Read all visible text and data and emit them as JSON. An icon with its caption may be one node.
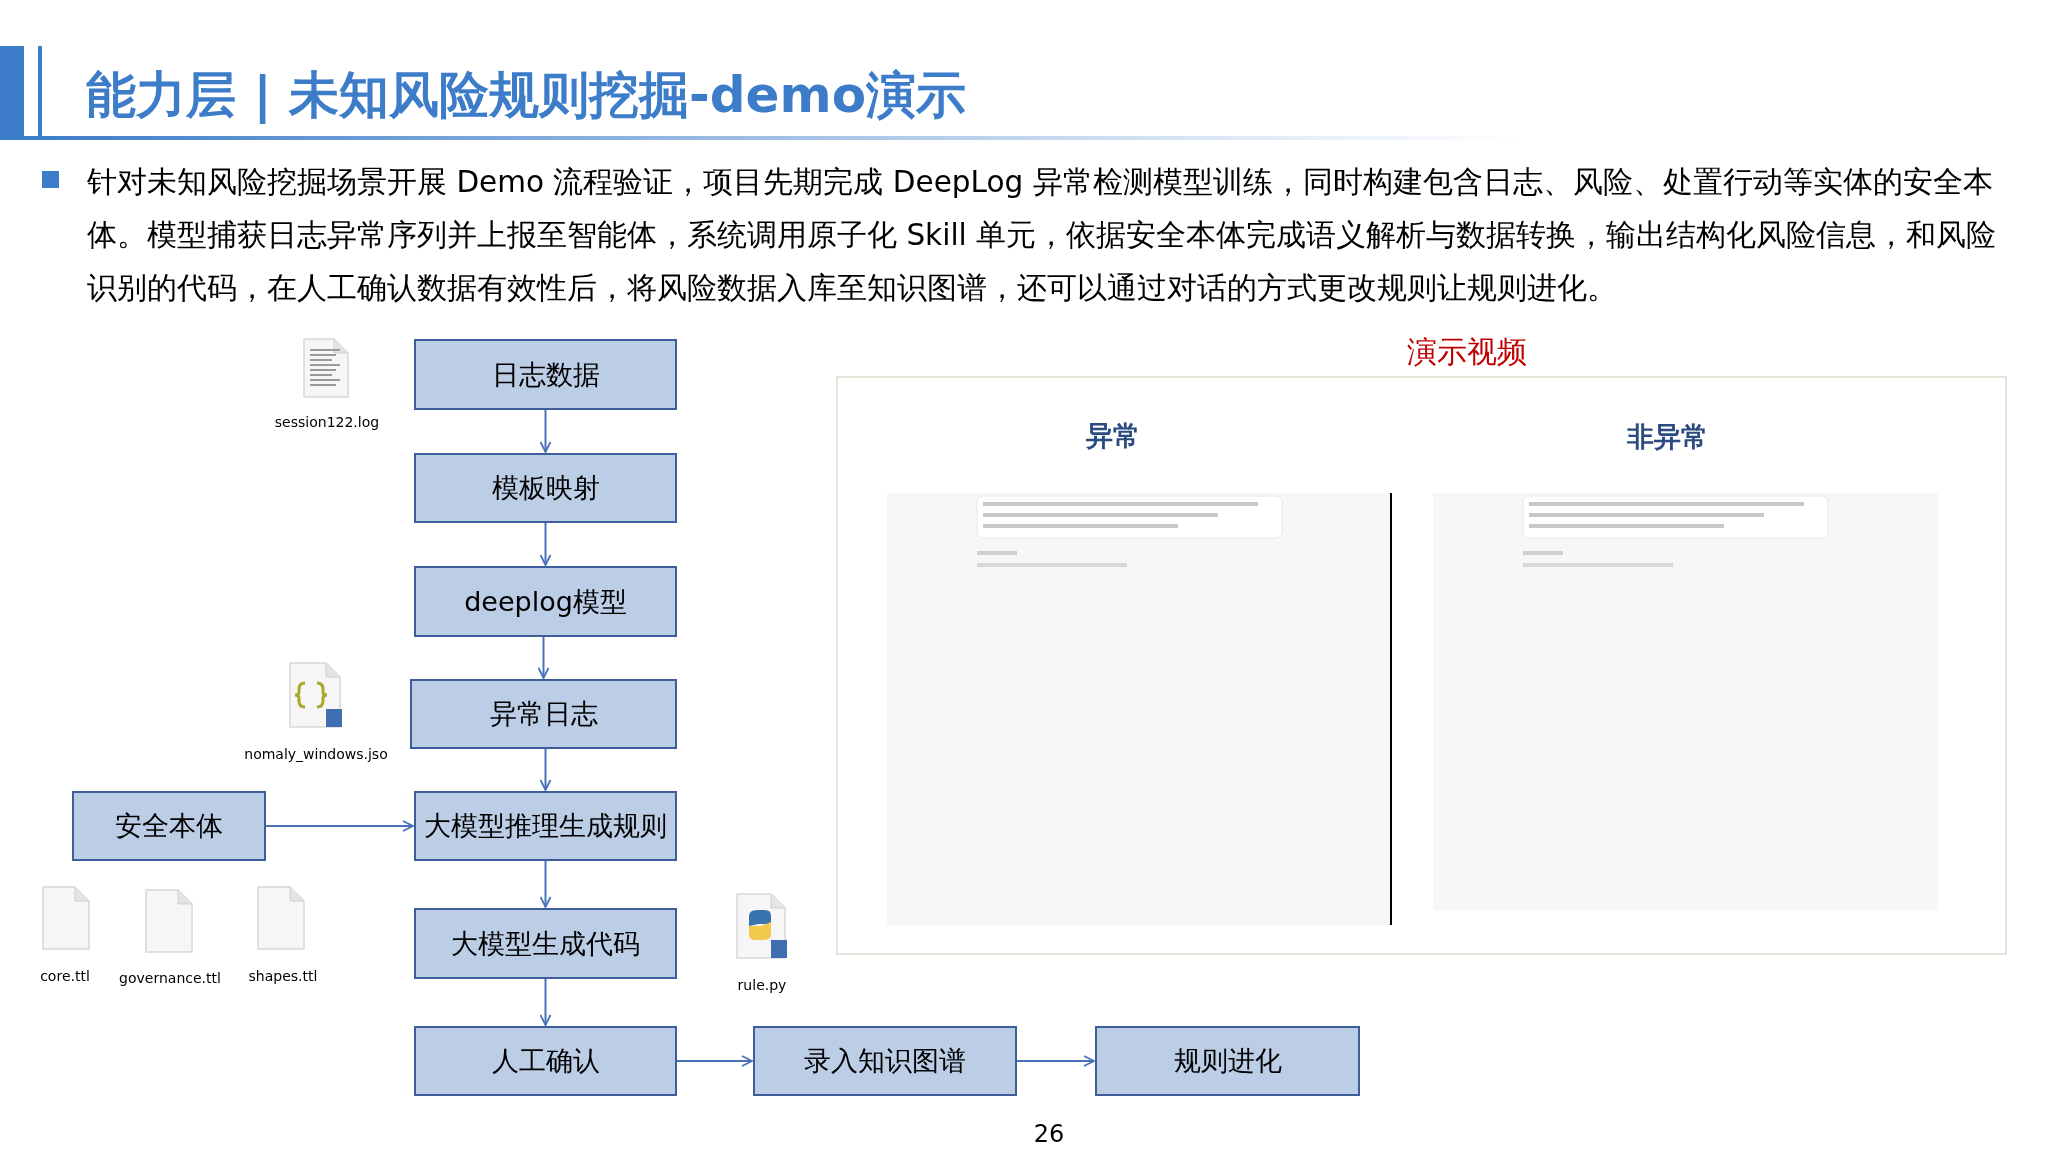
{
  "diagram": {
    "title": "能力层 | 未知风险规则挖掘-demo演示",
    "nodes": [
      {
        "text": [
          "日志数据"
        ]
      },
      {
        "text": [
          "模板映射"
        ]
      },
      {
        "text": [
          "deeplog模型"
        ]
      },
      {
        "text": [
          "异常日志"
        ]
      },
      {
        "text": [
          "安全本体"
        ]
      },
      {
        "text": [
          "大模型推理生成规则"
        ]
      },
      {
        "text": [
          "大模型生成代码"
        ]
      },
      {
        "text": [
          "人工确认"
        ]
      },
      {
        "text": [
          "录入知识图谱"
        ]
      },
      {
        "text": [
          "规则进化"
        ]
      }
    ],
    "edges": [
      {
        "from": 0,
        "to": 1,
        "arrow": "to"
      },
      {
        "from": 1,
        "to": 2,
        "arrow": "to"
      },
      {
        "from": 2,
        "to": 3,
        "arrow": "to"
      },
      {
        "from": 3,
        "to": 5,
        "arrow": "to"
      },
      {
        "from": 4,
        "to": 5,
        "arrow": "to"
      },
      {
        "from": 5,
        "to": 6,
        "arrow": "to"
      },
      {
        "from": 6,
        "to": 7,
        "arrow": "to"
      },
      {
        "from": 7,
        "to": 8,
        "arrow": "to"
      },
      {
        "from": 8,
        "to": 9,
        "arrow": "to"
      }
    ],
    "labels": [
      "针对未知风险挖掘场景开展 Demo 流程验证，项目先期完成 DeepLog 异常检测模型训练，同时构建包含日志、风险、处置行动等实体的安全本体。模型捕获日志异常序列并上报至智能体，系统调用原子化 Skill 单元，依据安全本体完成语义解析与数据转换，输出结构化风险信息，和风险识别的代码，在人工确认数据有效性后，将风险数据入库至知识图谱，还可以通过对话的方式更改规则让规则进化。",
      "session122.log",
      "演示视频",
      "异常",
      "非异常",
      "nomaly_windows.jso",
      "core.ttl",
      "governance.ttl",
      "shapes.ttl",
      "rule.py",
      "26"
    ]
  }
}
